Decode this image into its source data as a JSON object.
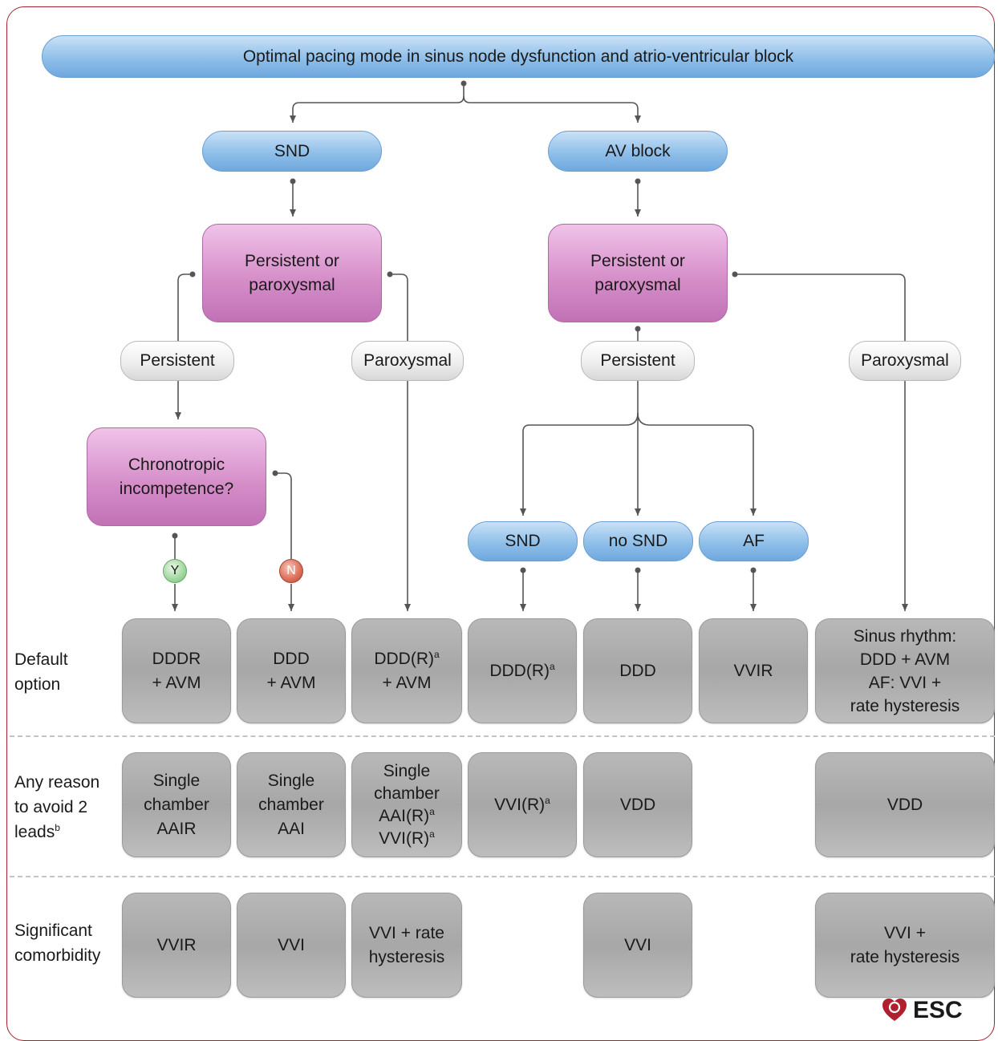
{
  "title": "Optimal pacing mode in sinus node dysfunction and atrio-ventricular block",
  "branches": {
    "snd": "SND",
    "av_block": "AV block"
  },
  "decision": {
    "snd_persistent_or_paroxysmal": "Persistent or\nparoxysmal",
    "av_persistent_or_paroxysmal": "Persistent or\nparoxysmal",
    "chronotropic": "Chronotropic\nincompetence?"
  },
  "pills": {
    "snd_persistent": "Persistent",
    "snd_paroxysmal": "Paroxysmal",
    "av_persistent": "Persistent",
    "av_paroxysmal": "Paroxysmal"
  },
  "answers": {
    "yes": "Y",
    "no": "N"
  },
  "sub_branches": {
    "snd": "SND",
    "no_snd": "no SND",
    "af": "AF"
  },
  "row_labels": {
    "default": "Default\noption",
    "avoid_two_leads": "Any reason\nto avoid 2\nleads",
    "avoid_two_leads_sup": "b",
    "comorbidity": "Significant\ncomorbidity"
  },
  "default_row": {
    "c1": "DDDR\n+ AVM",
    "c2": "DDD\n+ AVM",
    "c3_line1": "DDD(R)",
    "c3_sup": "a",
    "c3_line2": "+ AVM",
    "c4": "DDD(R)",
    "c4_sup": "a",
    "c5": "DDD",
    "c6": "VVIR",
    "c7": "Sinus rhythm:\nDDD + AVM\nAF: VVI +\nrate hysteresis"
  },
  "avoid_row": {
    "c1": "Single\nchamber\nAAIR",
    "c2": "Single\nchamber\nAAI",
    "c3_line1": "Single\nchamber",
    "c3_line2": "AAI(R)",
    "c3_sup1": "a",
    "c3_line3": "VVI(R)",
    "c3_sup2": "a",
    "c4": "VVI(R)",
    "c4_sup": "a",
    "c5": "VDD",
    "c7": "VDD"
  },
  "comorbidity_row": {
    "c1": "VVIR",
    "c2": "VVI",
    "c3": "VVI + rate\nhysteresis",
    "c5": "VVI",
    "c7": "VVI +\nrate hysteresis"
  },
  "logo": "ESC",
  "colors": {
    "frame": "#a3242e",
    "connector": "#555555",
    "blue_node": "#8fbfe9",
    "purple_node": "#d68fc9",
    "result_box": "#b0b0b0",
    "yes_badge": "#8ccd8a",
    "no_badge": "#d0604a"
  }
}
